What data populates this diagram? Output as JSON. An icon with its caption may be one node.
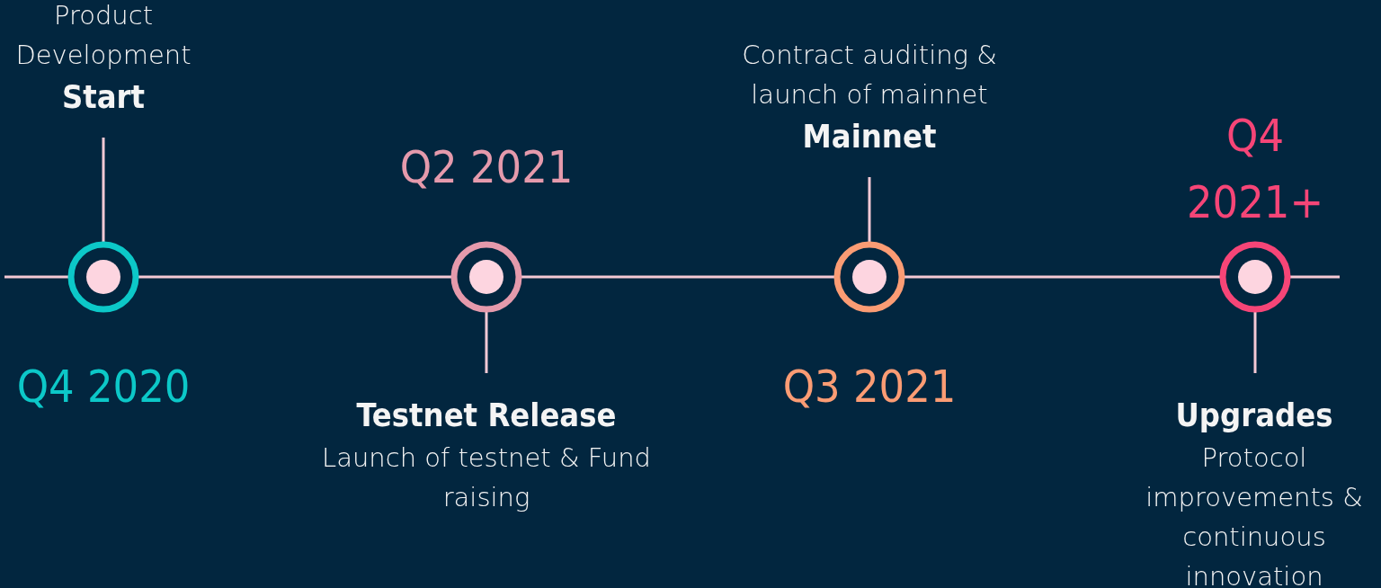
{
  "diagram": {
    "nodes": [
      {
        "text": [],
        "shape": "circle",
        "beside": [
          "Q4 2020"
        ]
      },
      {
        "text": [
          "Product Development",
          "Start"
        ]
      },
      {
        "text": [],
        "shape": "circle",
        "beside": [
          "Q2 2021"
        ]
      },
      {
        "text": [
          "Testnet Release",
          "Launch of testnet & Fund raising"
        ]
      },
      {
        "text": [],
        "shape": "circle",
        "beside": [
          "Q3 2021"
        ]
      },
      {
        "text": [
          "Contract auditing & launch of mainnet",
          "Mainnet"
        ]
      },
      {
        "text": [],
        "shape": "circle",
        "beside": [
          "Q4 2021+"
        ]
      },
      {
        "text": [
          "Upgrades",
          "Protocol improvements & continuous innovation"
        ]
      }
    ],
    "edges": [
      {
        "from": null,
        "to": 0,
        "arrow": "none"
      },
      {
        "from": 0,
        "to": 2,
        "arrow": "none"
      },
      {
        "from": 2,
        "to": 4,
        "arrow": "none"
      },
      {
        "from": 4,
        "to": 6,
        "arrow": "none"
      },
      {
        "from": 6,
        "to": null,
        "arrow": "none"
      },
      {
        "from": 1,
        "to": 0,
        "arrow": "none"
      },
      {
        "from": 3,
        "to": 2,
        "arrow": "none"
      },
      {
        "from": 5,
        "to": 4,
        "arrow": "none"
      },
      {
        "from": 7,
        "to": 6,
        "arrow": "none"
      }
    ]
  }
}
